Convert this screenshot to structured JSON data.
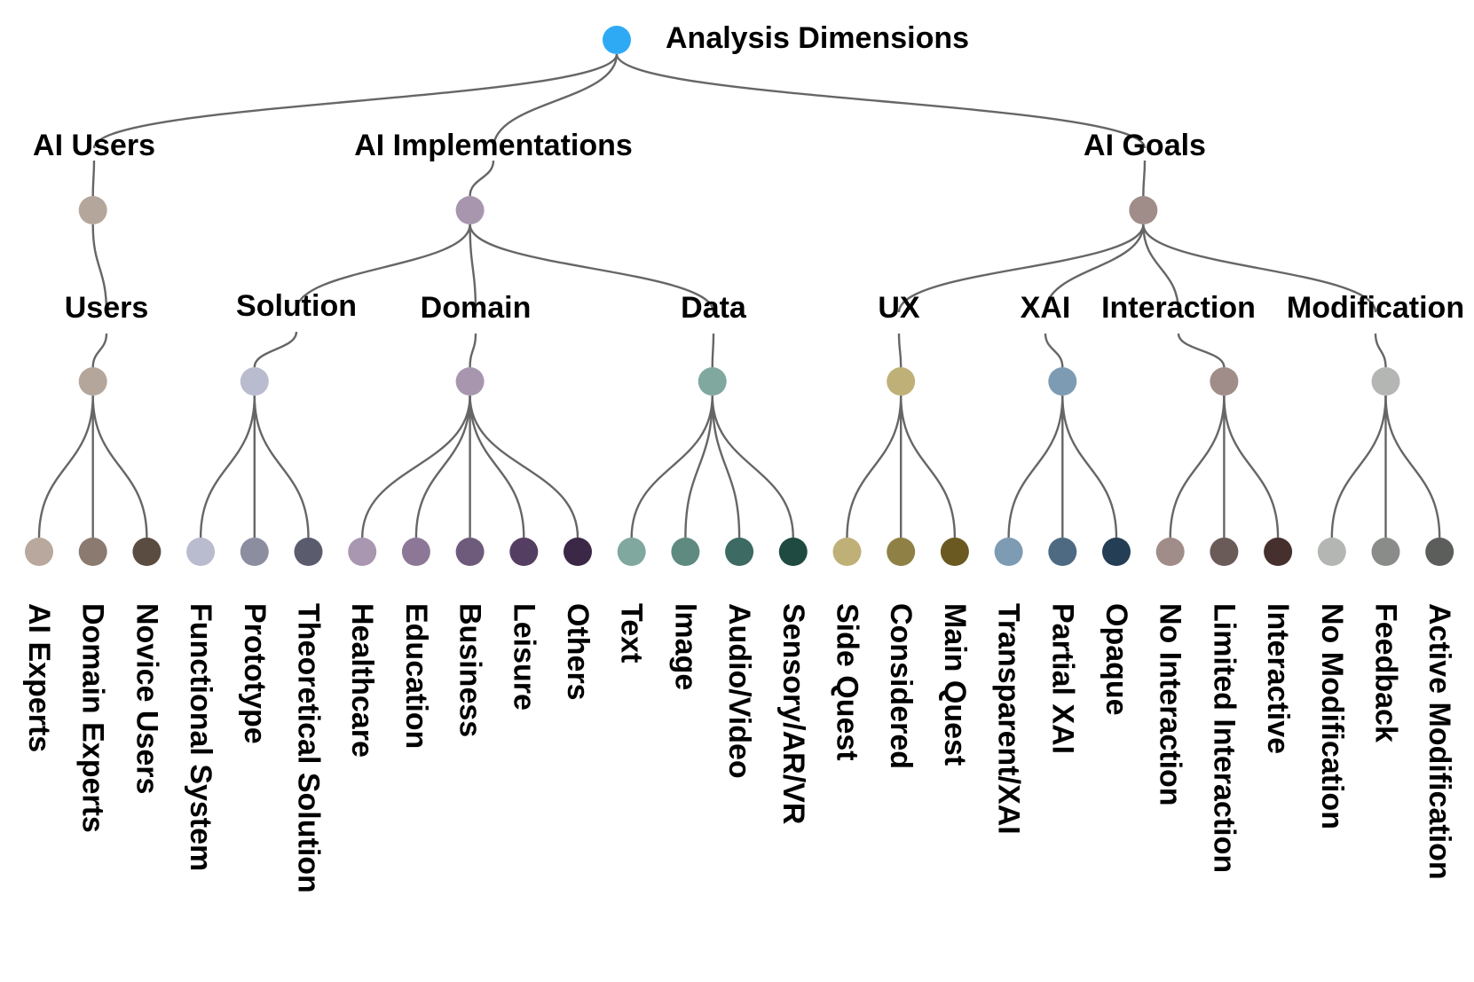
{
  "root": {
    "label": "Analysis Dimensions",
    "color": "#2eaaf5"
  },
  "groups": [
    {
      "label": "AI Users",
      "color": "#b5a69b",
      "subgroups": [
        {
          "label": "Users",
          "color": "#b5a69b",
          "leaves": [
            {
              "label": "AI Experts",
              "color": "#b8a89d"
            },
            {
              "label": "Domain Experts",
              "color": "#8a7a6f"
            },
            {
              "label": "Novice Users",
              "color": "#5b4c42"
            }
          ]
        }
      ]
    },
    {
      "label": "AI Implementations",
      "color": "#a896af",
      "subgroups": [
        {
          "label": "Solution",
          "color": "#b9bbcf",
          "leaves": [
            {
              "label": "Functional System",
              "color": "#b9bbcf"
            },
            {
              "label": "Prototype",
              "color": "#8c8ea0"
            },
            {
              "label": "Theoretical Solution",
              "color": "#5a5c6e"
            }
          ]
        },
        {
          "label": "Domain",
          "color": "#a896af",
          "leaves": [
            {
              "label": "Healthcare",
              "color": "#a996b0"
            },
            {
              "label": "Education",
              "color": "#8c7896"
            },
            {
              "label": "Business",
              "color": "#6e5b7c"
            },
            {
              "label": "Leisure",
              "color": "#543f63"
            },
            {
              "label": "Others",
              "color": "#3b2847"
            }
          ]
        },
        {
          "label": "Data",
          "color": "#80a89e",
          "leaves": [
            {
              "label": "Text",
              "color": "#80a89e"
            },
            {
              "label": "Image",
              "color": "#5e8a80"
            },
            {
              "label": "Audio/Video",
              "color": "#3d6a62"
            },
            {
              "label": "Sensory/AR/VR",
              "color": "#1f4a42"
            }
          ]
        }
      ]
    },
    {
      "label": "AI Goals",
      "color": "#a08c88",
      "subgroups": [
        {
          "label": "UX",
          "color": "#bfb078",
          "leaves": [
            {
              "label": "Side Quest",
              "color": "#bfb078"
            },
            {
              "label": "Considered",
              "color": "#8f8046"
            },
            {
              "label": "Main Quest",
              "color": "#6a5a22"
            }
          ]
        },
        {
          "label": "XAI",
          "color": "#7d9bb2",
          "leaves": [
            {
              "label": "Transparent/XAI",
              "color": "#7d9bb2"
            },
            {
              "label": "Partial XAI",
              "color": "#4d6a82"
            },
            {
              "label": "Opaque",
              "color": "#243e55"
            }
          ]
        },
        {
          "label": "Interaction",
          "color": "#a08c88",
          "leaves": [
            {
              "label": "No Interaction",
              "color": "#a08c88"
            },
            {
              "label": "Limited Interaction",
              "color": "#6a5a58"
            },
            {
              "label": "Interactive",
              "color": "#45302e"
            }
          ]
        },
        {
          "label": "Modification",
          "color": "#b4b6b4",
          "leaves": [
            {
              "label": "No Modification",
              "color": "#b4b6b4"
            },
            {
              "label": "Feedback",
              "color": "#8a8c8a"
            },
            {
              "label": "Active Modification",
              "color": "#5c5e5c"
            }
          ]
        }
      ]
    }
  ]
}
